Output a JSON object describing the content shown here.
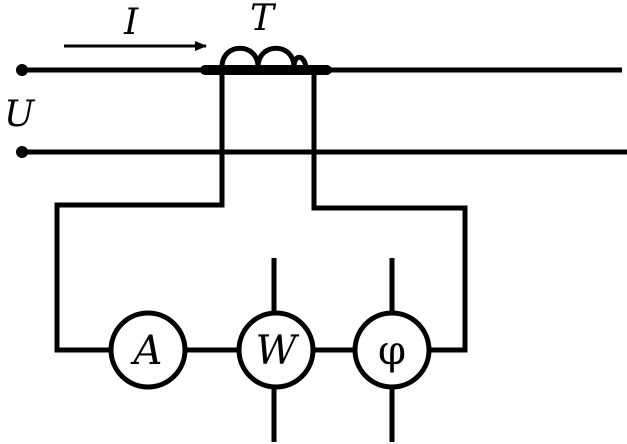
{
  "labels": {
    "current": "I",
    "transformer": "T",
    "voltage": "U"
  },
  "meters": {
    "ammeter": "A",
    "wattmeter": "W",
    "phase_meter": "φ"
  },
  "colors": {
    "line": "#000000",
    "background": "#ffffff"
  }
}
